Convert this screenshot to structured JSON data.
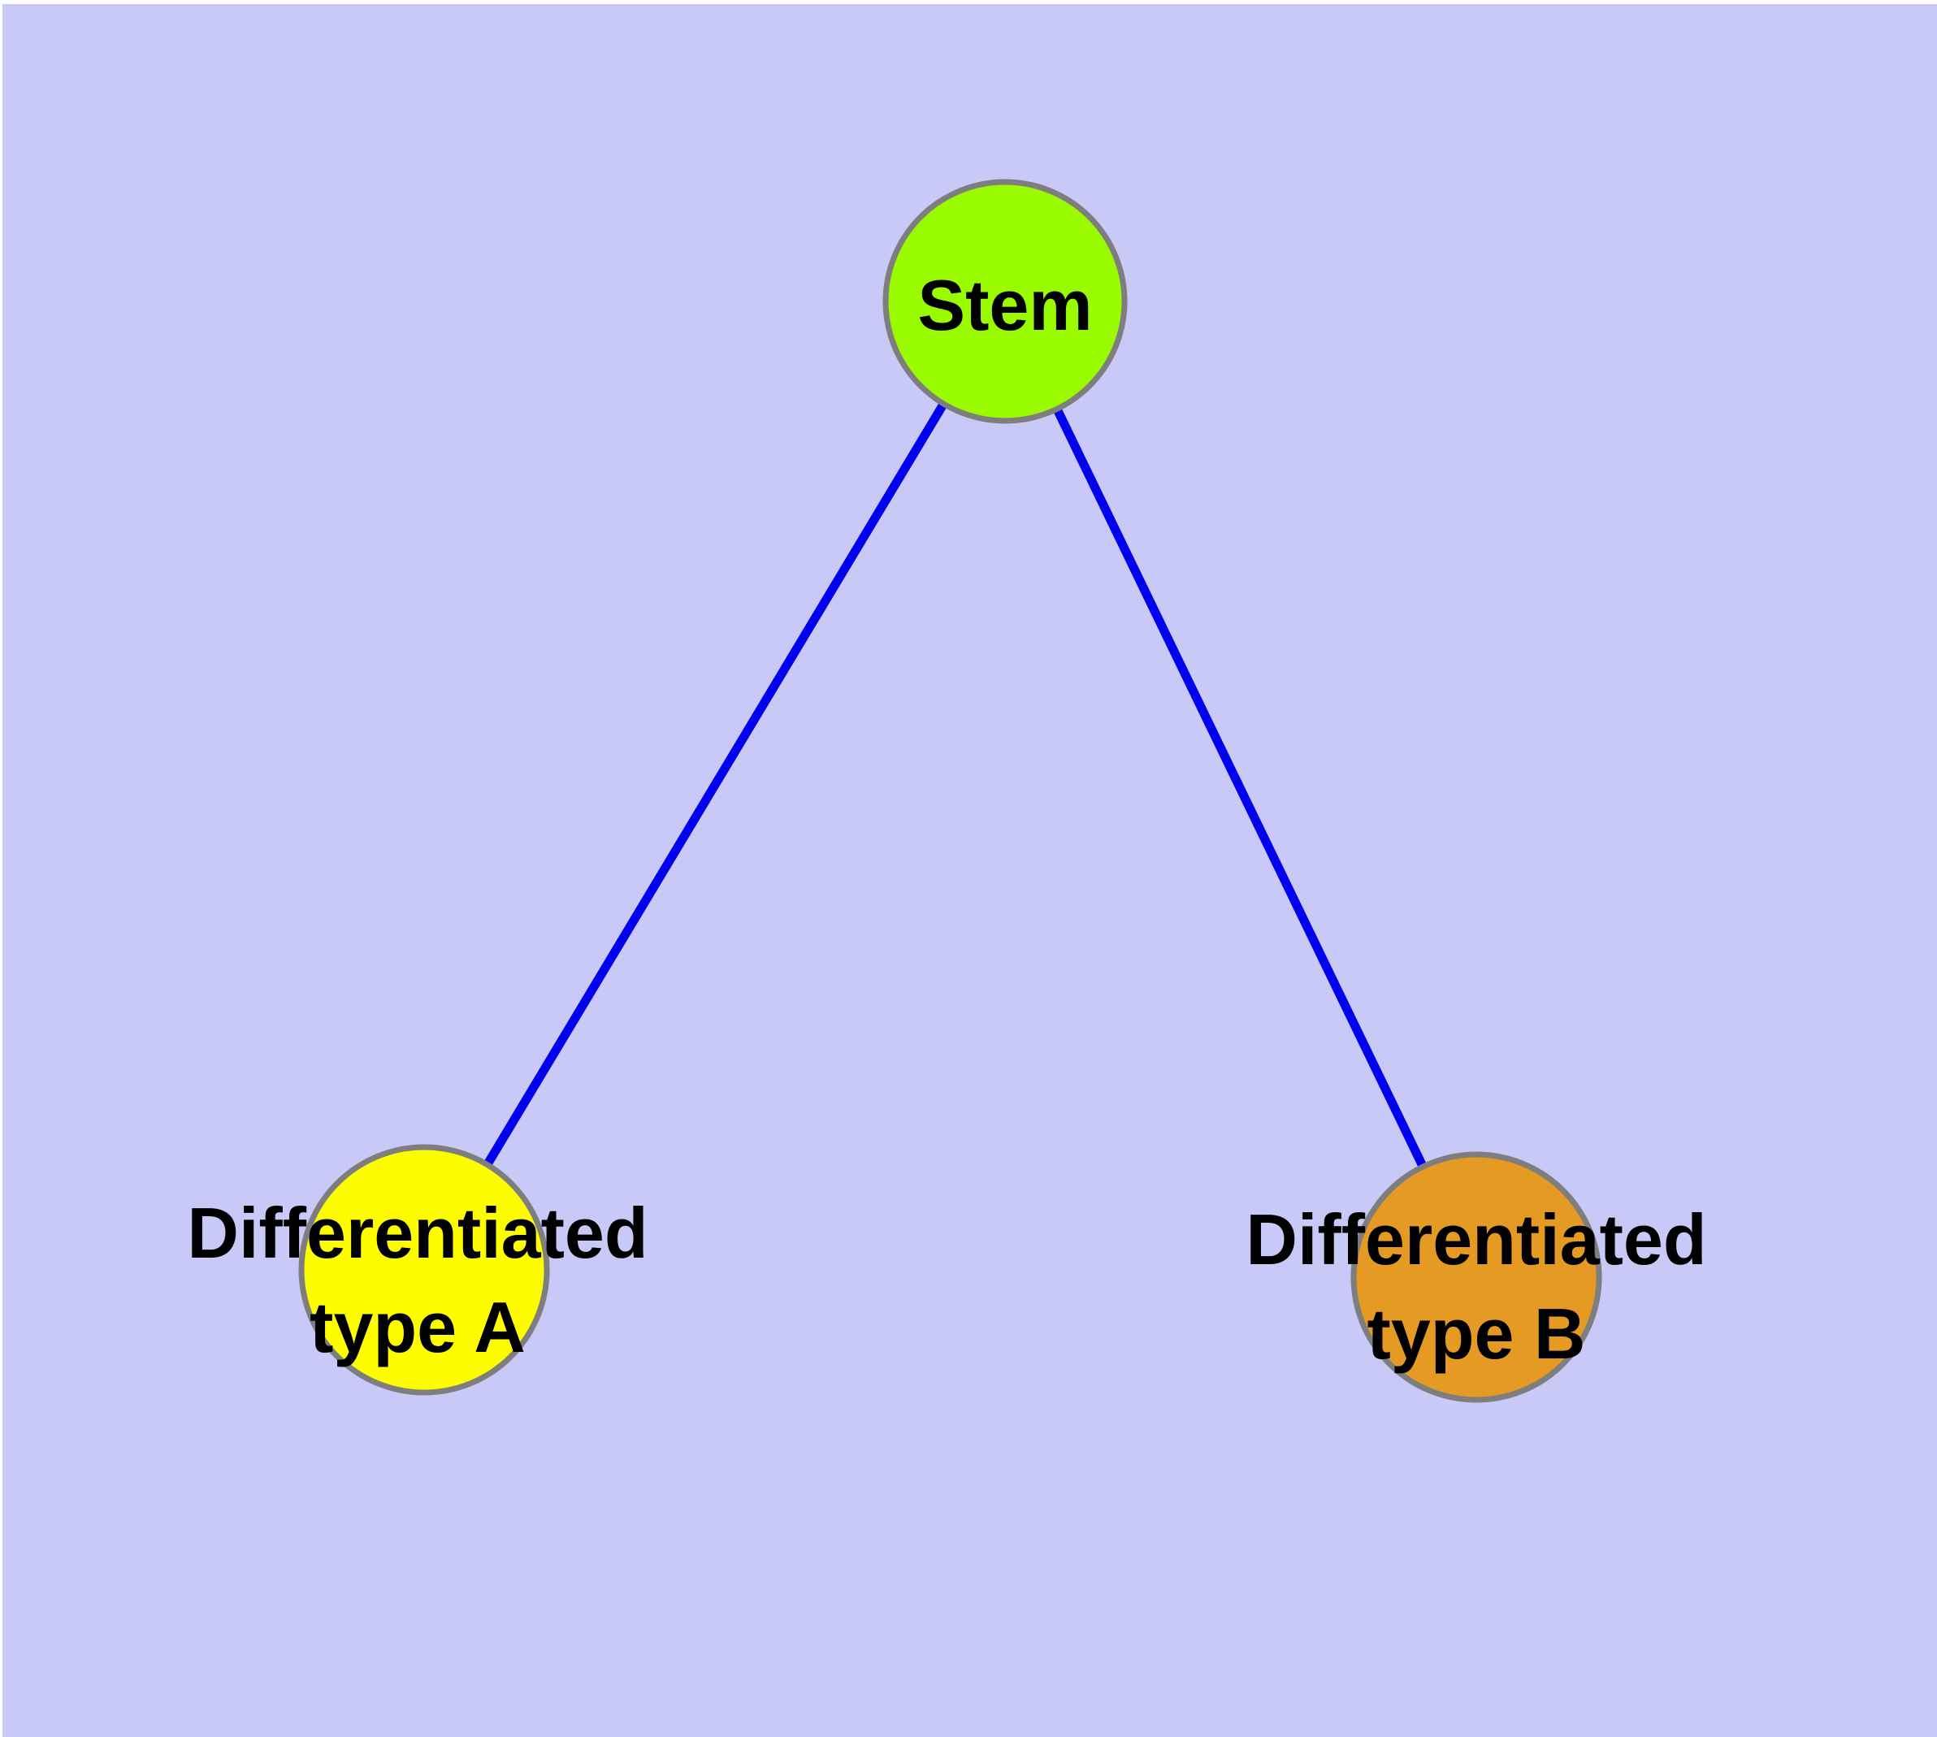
{
  "diagram": {
    "background_color": "#C9C9F7",
    "page_margin_color": "#FFFFFF",
    "edge_color": "#0101EE",
    "node_border_color": "#7E7E7E",
    "text_color": "#000000",
    "nodes": [
      {
        "id": "stem",
        "label": "Stem",
        "label_lines": [
          "Stem"
        ],
        "color": "#9AFB00"
      },
      {
        "id": "differentiated-type-a",
        "label": "Differentiated type A",
        "label_lines": [
          "Differentiated",
          "type A"
        ],
        "color": "#FDFD00"
      },
      {
        "id": "differentiated-type-b",
        "label": "Differentiated type B",
        "label_lines": [
          "Differentiated",
          "type B"
        ],
        "color": "#E59A23"
      }
    ],
    "edges": [
      {
        "from": "Stem",
        "to": "Differentiated type A"
      },
      {
        "from": "Stem",
        "to": "Differentiated type B"
      }
    ]
  }
}
